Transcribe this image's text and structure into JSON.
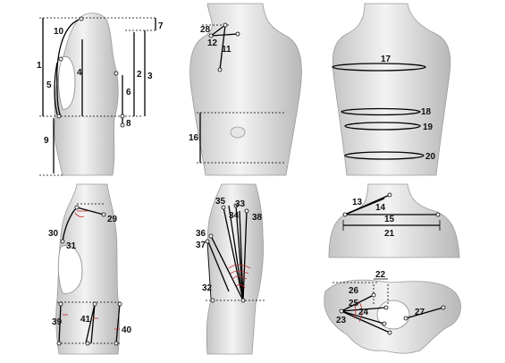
{
  "labels": {
    "l1": "1",
    "l2": "2",
    "l3": "3",
    "l4": "4",
    "l5": "5",
    "l6": "6",
    "l7": "7",
    "l8": "8",
    "l9": "9",
    "l10": "10",
    "l11": "11",
    "l12": "12",
    "l13": "13",
    "l14": "14",
    "l15": "15",
    "l16": "16",
    "l17": "17",
    "l18": "18",
    "l19": "19",
    "l20": "20",
    "l21": "21",
    "l22": "22",
    "l23": "23",
    "l24": "24",
    "l25": "25",
    "l26": "26",
    "l27": "27",
    "l28": "28",
    "l29": "29",
    "l30": "30",
    "l31": "31",
    "l32": "32",
    "l33": "33",
    "l34": "34",
    "l35": "35",
    "l36": "36",
    "l37": "37",
    "l38": "38",
    "l39": "39",
    "l40": "40",
    "l41": "41"
  },
  "colors": {
    "angle_marks": "#c62828",
    "skin_light": "#f4f4f4",
    "skin_dark": "#bdbdbd"
  }
}
